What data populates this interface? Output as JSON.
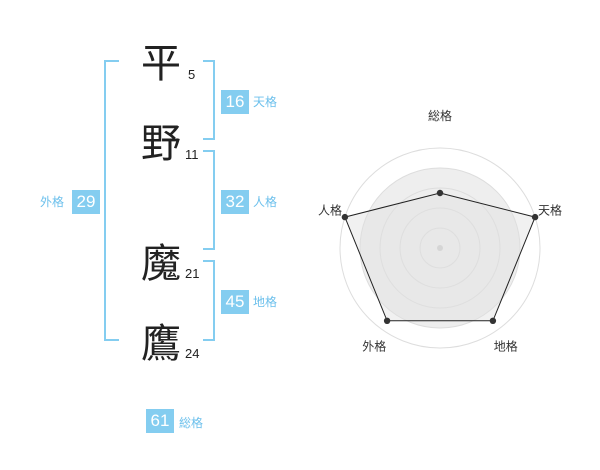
{
  "name": {
    "chars": [
      {
        "char": "平",
        "strokes": "5"
      },
      {
        "char": "野",
        "strokes": "11"
      },
      {
        "char": "魔",
        "strokes": "21"
      },
      {
        "char": "鷹",
        "strokes": "24"
      }
    ]
  },
  "fortunes": {
    "tenkaku": {
      "value": "16",
      "label": "天格"
    },
    "jinkaku": {
      "value": "32",
      "label": "人格"
    },
    "chikaku": {
      "value": "45",
      "label": "地格"
    },
    "gaikaku": {
      "value": "29",
      "label": "外格"
    },
    "soukaku": {
      "value": "61",
      "label": "総格"
    }
  },
  "colors": {
    "accent": "#84cdf0",
    "accent_text": "#6cc0ec",
    "radar_fill": "#eeeeee",
    "radar_line": "#222222"
  },
  "chart_data": {
    "type": "radar",
    "axes": [
      "総格",
      "天格",
      "地格",
      "外格",
      "人格"
    ],
    "values": [
      0.55,
      1.0,
      0.9,
      0.9,
      1.0
    ],
    "rmax": 1.0,
    "ring_count": 4,
    "grid": true
  }
}
